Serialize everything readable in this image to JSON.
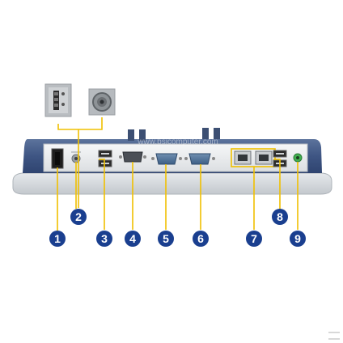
{
  "watermark": "www.bsicomputer.com",
  "callouts": [
    {
      "label": "1",
      "name": "power-switch"
    },
    {
      "label": "2",
      "name": "power-input"
    },
    {
      "label": "3",
      "name": "usb-ports-left"
    },
    {
      "label": "4",
      "name": "vga-port"
    },
    {
      "label": "5",
      "name": "com-port-1"
    },
    {
      "label": "6",
      "name": "com-port-2"
    },
    {
      "label": "7",
      "name": "lan-ports"
    },
    {
      "label": "8",
      "name": "usb-ports-right"
    },
    {
      "label": "9",
      "name": "audio-jack"
    }
  ],
  "colors": {
    "callout": "#1a3f8f",
    "leader": "#f0c000",
    "body": "#415a86",
    "bezel": "#d4d8dc",
    "panel": "#eceeef"
  }
}
